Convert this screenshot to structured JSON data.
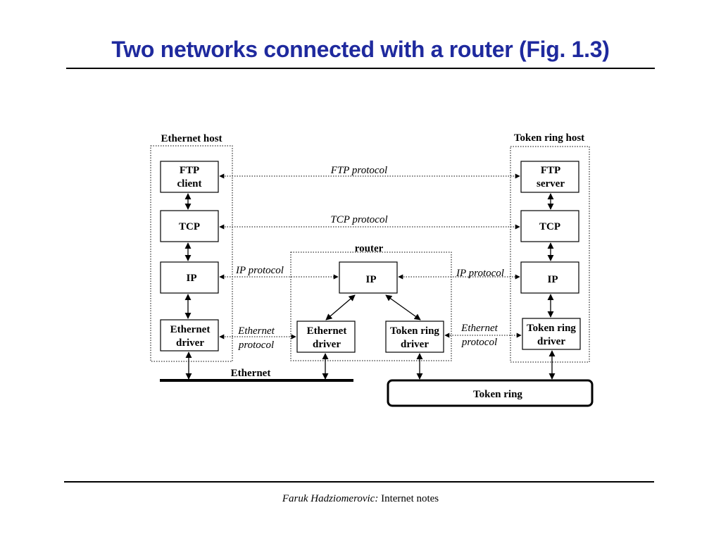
{
  "title": "Two networks connected with a router (Fig. 1.3)",
  "groups": {
    "ethernet_host": "Ethernet host",
    "token_ring_host": "Token ring host",
    "router": "router"
  },
  "boxes": {
    "ftp_client": [
      "FTP",
      "client"
    ],
    "eth_tcp": [
      "TCP"
    ],
    "eth_ip": [
      "IP"
    ],
    "eth_driver": [
      "Ethernet",
      "driver"
    ],
    "router_ip": [
      "IP"
    ],
    "router_eth_driver": [
      "Ethernet",
      "driver"
    ],
    "router_tr_driver": [
      "Token ring",
      "driver"
    ],
    "ftp_server": [
      "FTP",
      "server"
    ],
    "tr_tcp": [
      "TCP"
    ],
    "tr_ip": [
      "IP"
    ],
    "tr_driver": [
      "Token ring",
      "driver"
    ]
  },
  "protocols": {
    "ftp": [
      "FTP protocol"
    ],
    "tcp": [
      "TCP protocol"
    ],
    "ip_left": [
      "IP protocol"
    ],
    "ip_right": [
      "IP protocol"
    ],
    "eth_left": [
      "Ethernet",
      "protocol"
    ],
    "eth_right": [
      "Ethernet",
      "protocol"
    ]
  },
  "networks": {
    "ethernet": "Ethernet",
    "token_ring": "Token ring"
  },
  "footer": {
    "author": "Faruk Hadziomerovic:",
    "subject": "Internet notes"
  },
  "colors": {
    "title": "#1f2a9e",
    "lines": "#000000"
  }
}
